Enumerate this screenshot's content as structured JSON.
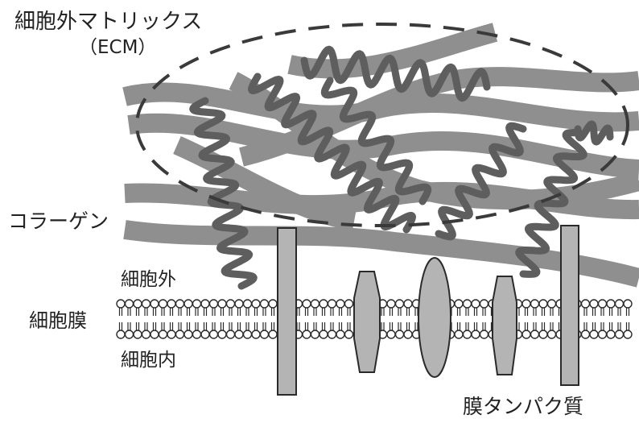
{
  "labels": {
    "ecm_title": "細胞外マトリックス",
    "ecm_abbr": "（ECM）",
    "collagen": "コラーゲン",
    "extracellular": "細胞外",
    "cell_membrane": "細胞膜",
    "intracellular": "細胞内",
    "membrane_protein": "膜タンパク質"
  },
  "colors": {
    "fiber": "#8f8f8f",
    "coil": "#5e5e5e",
    "protein_fill": "#b4b4b4",
    "outline": "#2a2a2a"
  },
  "icons": [
    "collagen-fiber",
    "collagen-coil",
    "phospholipid-bilayer",
    "membrane-protein"
  ]
}
